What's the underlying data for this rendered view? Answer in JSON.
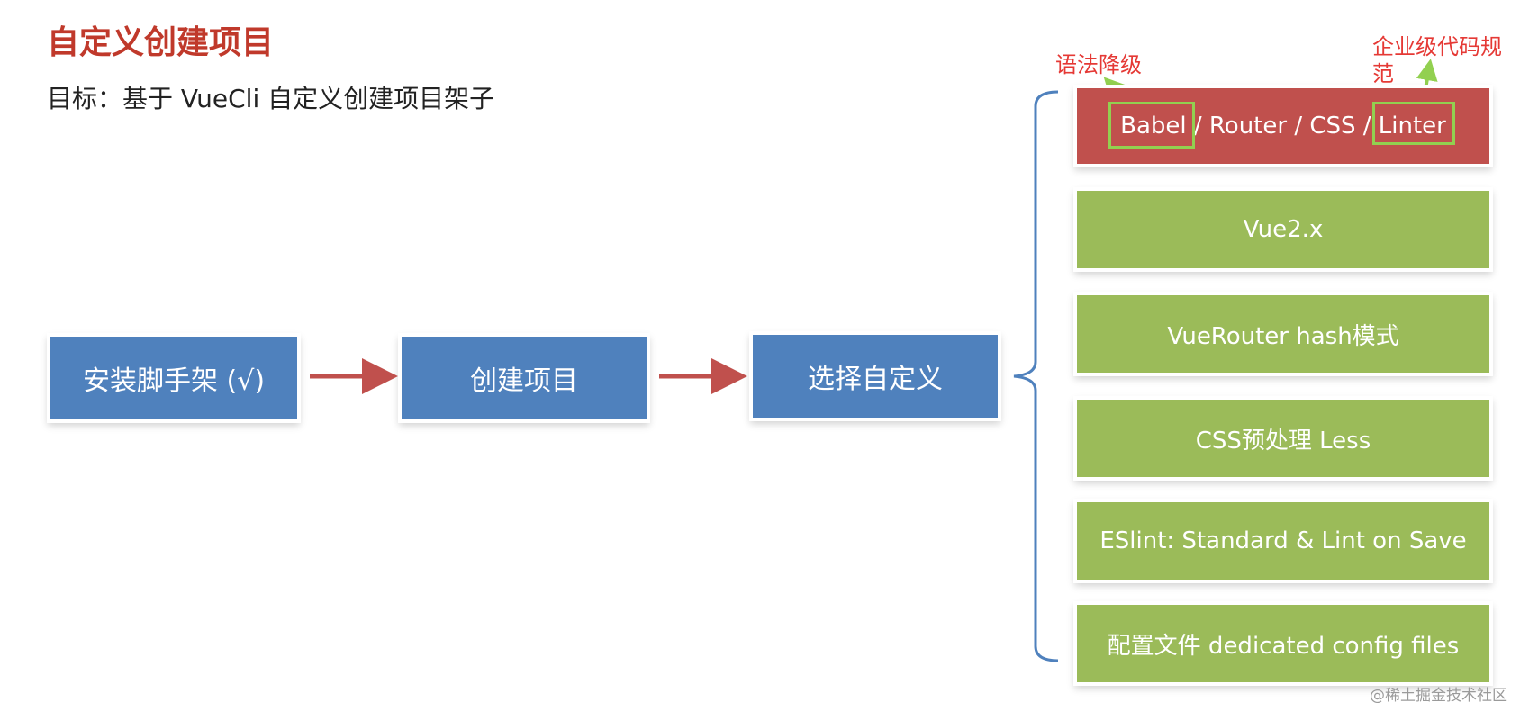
{
  "title": "自定义创建项目",
  "subtitle": "目标：基于 VueCli 自定义创建项目架子",
  "flow": [
    "安装脚手架 (√)",
    "创建项目",
    "选择自定义"
  ],
  "options": [
    "Babel / Router / CSS / Linter",
    "Vue2.x",
    "VueRouter hash模式",
    "CSS预处理 Less",
    "ESlint: Standard & Lint on Save",
    "配置文件 dedicated config files"
  ],
  "annotations": {
    "babel": "语法降级",
    "linter": "企业级代码规范"
  },
  "colors": {
    "title": "#c0392b",
    "step_box": "#4f81bd",
    "selected_option": "#c0504d",
    "option": "#9bbb59",
    "flow_arrow": "#c0504d",
    "bracket": "#4f81bd",
    "annotation_text": "#e53935",
    "annotation_marker": "#92d050"
  },
  "watermark": "@稀土掘金技术社区"
}
